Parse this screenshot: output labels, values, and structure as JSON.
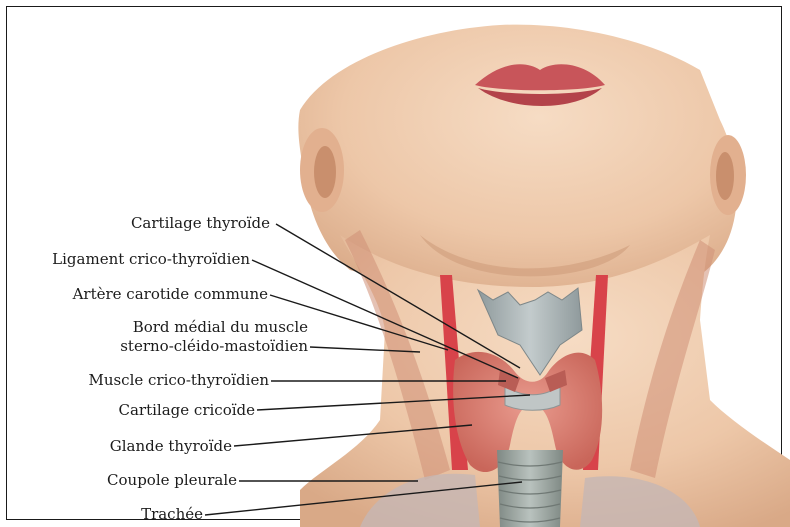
{
  "labels": {
    "cartilage_thyroide": "Cartilage thyroïde",
    "ligament_crico_thyroidien": "Ligament crico-thyroïdien",
    "artere_carotide": "Artère carotide commune",
    "bord_medial_line1": "Bord médial du muscle",
    "bord_medial_line2": "sterno-cléido-mastoïdien",
    "muscle_crico_thyroidien": "Muscle crico-thyroïdien",
    "cartilage_cricoide": "Cartilage cricoïde",
    "glande_thyroide": "Glande thyroïde",
    "coupole_pleurale": "Coupole pleurale",
    "trachee": "Trachée"
  },
  "colors": {
    "skin": "#f0cfb3",
    "skin_shadow": "#d9a987",
    "lips": "#c8555a",
    "thyroid_gland": "#d97a6e",
    "thyroid_cartilage": "#a9b4b6",
    "trachea": "#9ea8a4",
    "carotid": "#d8434a",
    "muscle": "#c96a5c",
    "leader_line": "#1a1a1a"
  }
}
